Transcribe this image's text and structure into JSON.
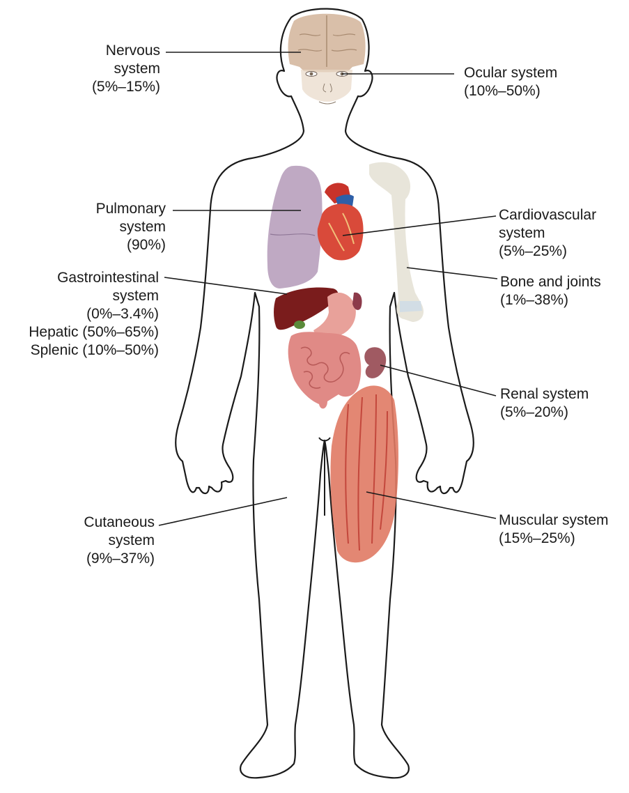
{
  "colors": {
    "outline": "#1a1a1a",
    "brain": "#d2b49a",
    "lung": "#b49ab8",
    "heart": "#d94a3a",
    "liver": "#7a1c1c",
    "intestine": "#e08a86",
    "kidney": "#a05a62",
    "muscle": "#e07a64",
    "bone": "#e6e2d6"
  },
  "labels": {
    "nervous": {
      "l1": "Nervous",
      "l2": "system",
      "l3": "(5%–15%)"
    },
    "ocular": {
      "l1": "Ocular system",
      "l2": "(10%–50%)"
    },
    "pulmonary": {
      "l1": "Pulmonary",
      "l2": "system",
      "l3": "(90%)"
    },
    "cardiovascular": {
      "l1": "Cardiovascular",
      "l2": "system",
      "l3": "(5%–25%)"
    },
    "bone": {
      "l1": "Bone and joints",
      "l2": "(1%–38%)"
    },
    "gastro": {
      "l1": "Gastrointestinal",
      "l2": "system",
      "l3": "(0%–3.4%)",
      "l4": "Hepatic (50%–65%)",
      "l5": "Splenic (10%–50%)"
    },
    "renal": {
      "l1": "Renal system",
      "l2": "(5%–20%)"
    },
    "cutaneous": {
      "l1": "Cutaneous",
      "l2": "system",
      "l3": "(9%–37%)"
    },
    "muscular": {
      "l1": "Muscular system",
      "l2": "(15%–25%)"
    }
  }
}
